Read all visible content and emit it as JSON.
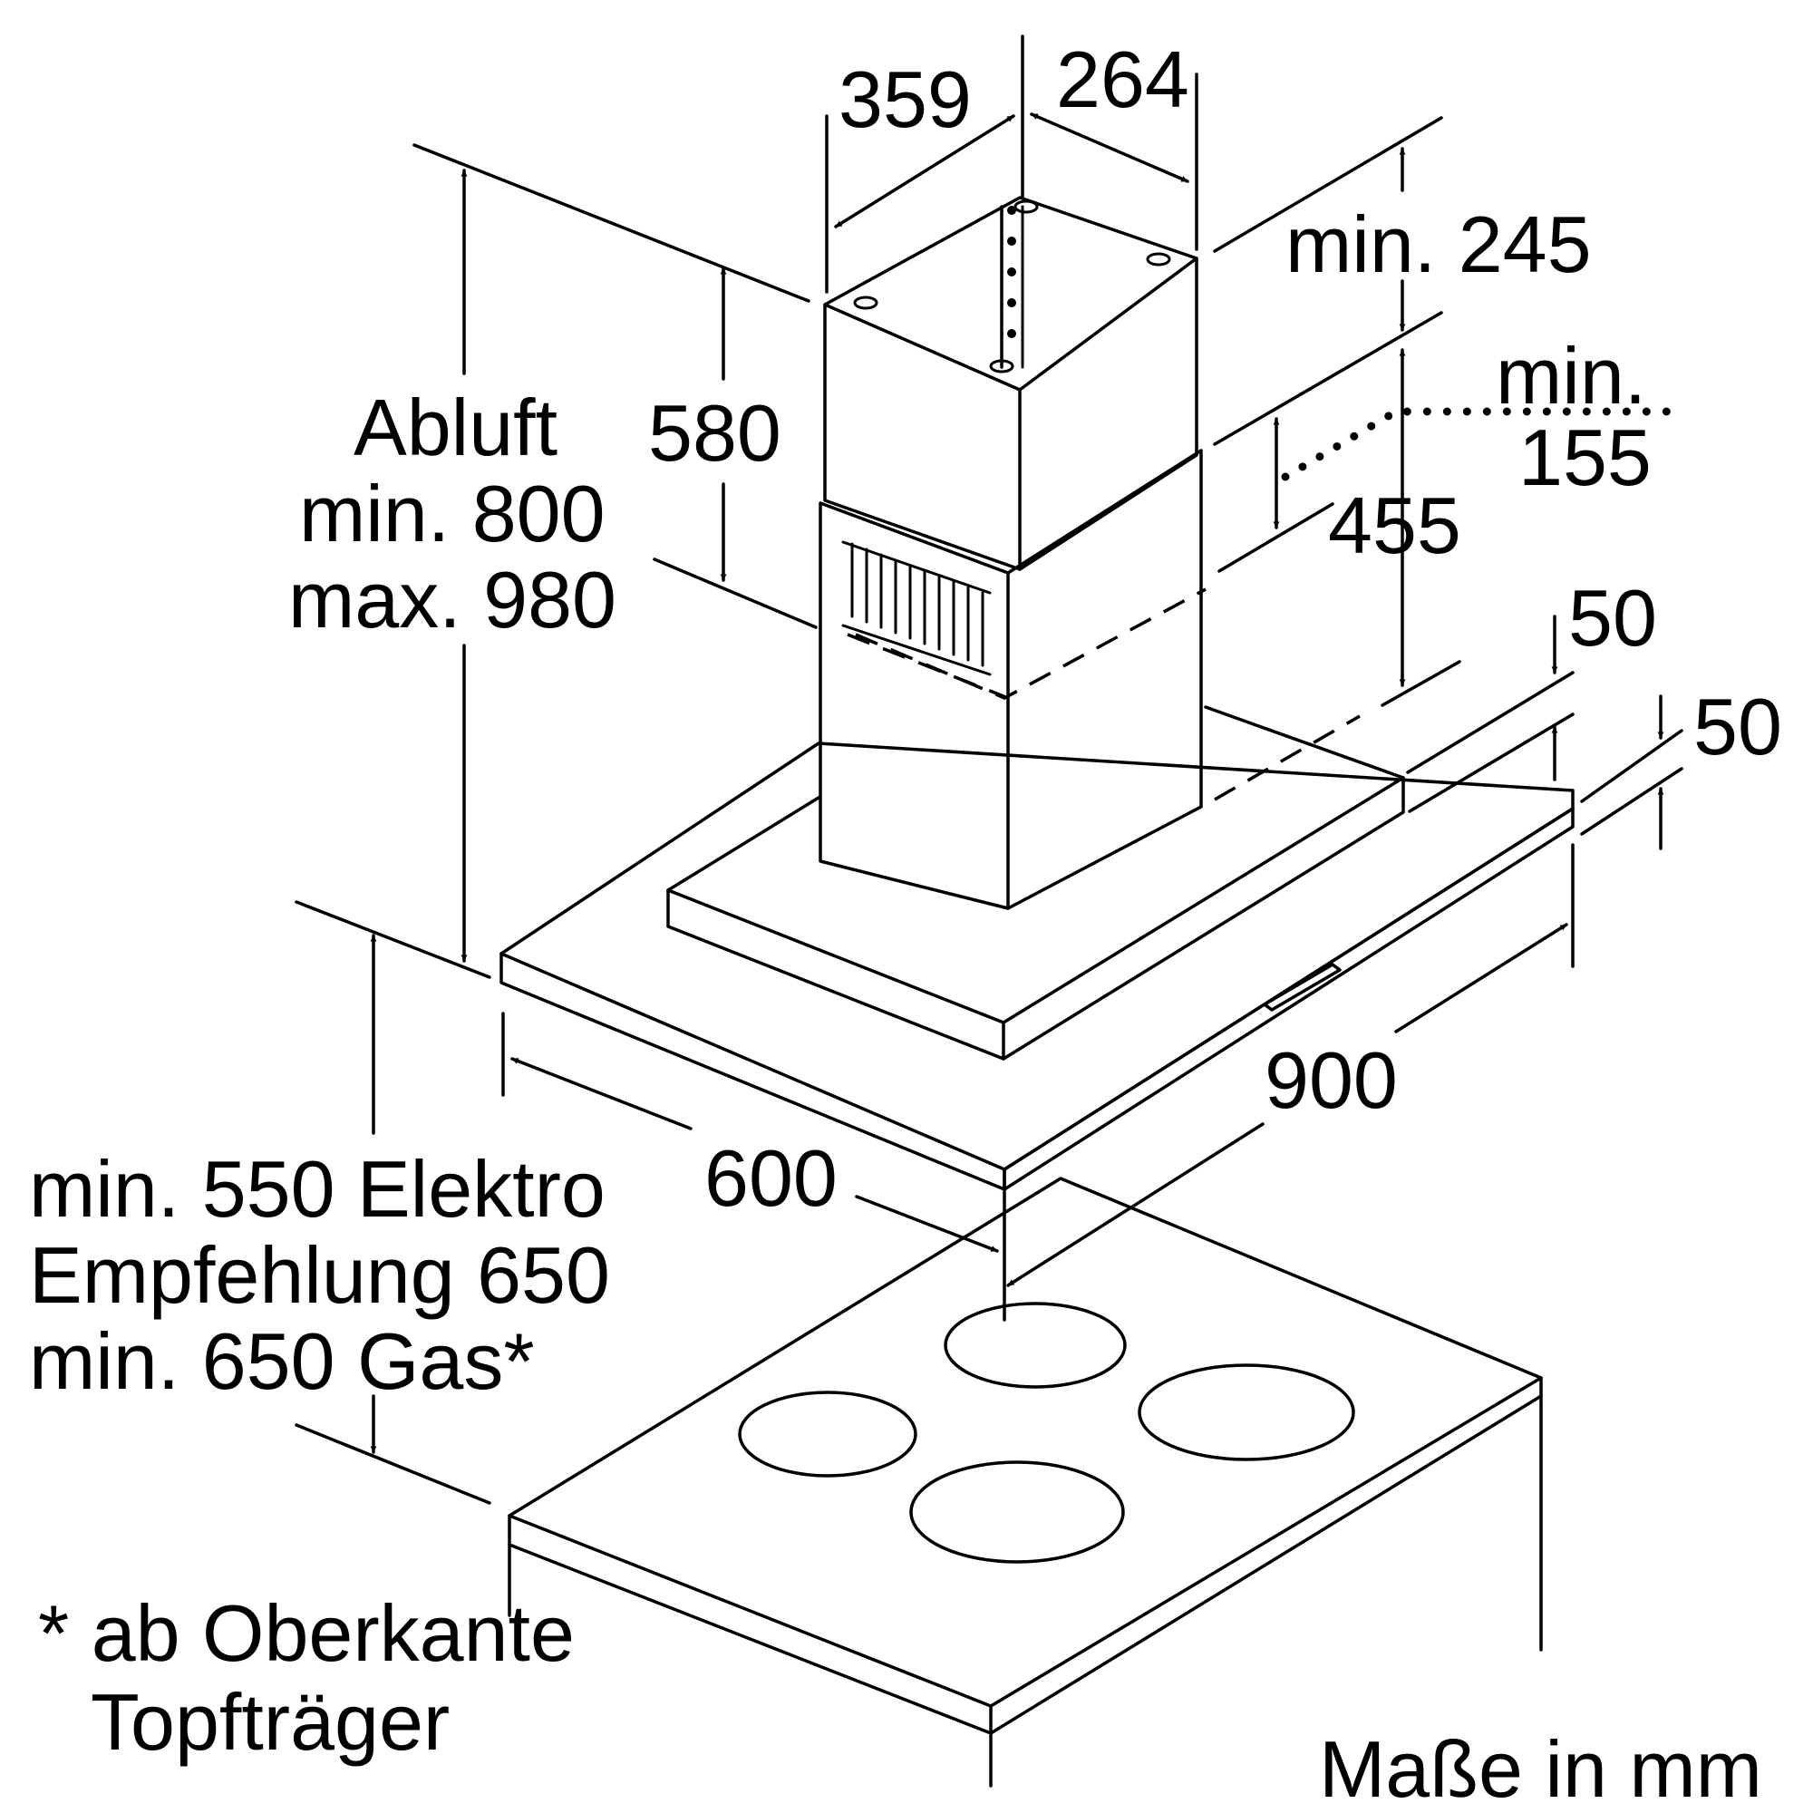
{
  "dimensions": {
    "d359": "359",
    "d264": "264",
    "min245": "min. 245",
    "min155_line1": "min.",
    "min155_line2": "155",
    "d580": "580",
    "d455": "455",
    "d50_upper": "50",
    "d50_lower": "50",
    "d900": "900",
    "d600": "600",
    "abluft_line1": "Abluft",
    "abluft_line2": "min. 800",
    "abluft_line3": "max. 980",
    "clearance_line1": "min. 550 Elektro",
    "clearance_line2": "Empfehlung 650",
    "clearance_line3": "min. 650 Gas*"
  },
  "footnote": {
    "line1": "* ab Oberkante",
    "line2": "Topfträger"
  },
  "units_label": "Maße in mm",
  "icons": [
    "chimney-hood-drawing",
    "cooktop-drawing",
    "dimension-arrow-icon"
  ]
}
